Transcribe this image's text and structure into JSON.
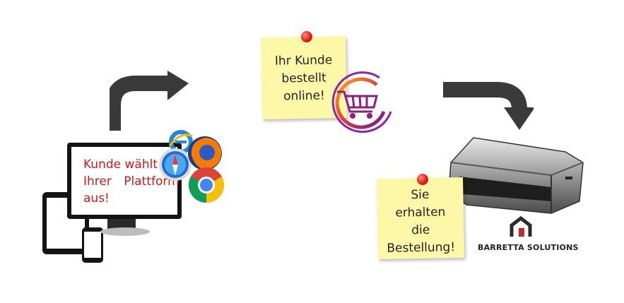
{
  "step1": {
    "lines": [
      "Kunde wählt",
      "auf Ihrer",
      "Plattform aus!"
    ]
  },
  "step2": {
    "lines": [
      "Ihr Kunde",
      "bestellt",
      "online!"
    ]
  },
  "step3": {
    "lines": [
      "Sie",
      "erhalten",
      "die",
      "Bestellung!"
    ]
  },
  "brand": {
    "name": "BARRETTA SOLUTIONS"
  },
  "icons": [
    "arrow-up-right-icon",
    "arrow-right-down-icon",
    "shopping-cart-icon",
    "safari-icon",
    "firefox-icon",
    "ie-icon",
    "chrome-icon",
    "printer-icon",
    "brand-logo-icon"
  ],
  "colors": {
    "note": "#fdf7a8",
    "pin": "#e0201a",
    "monitor_text": "#d01818",
    "arrow": "#3a3a3a"
  }
}
